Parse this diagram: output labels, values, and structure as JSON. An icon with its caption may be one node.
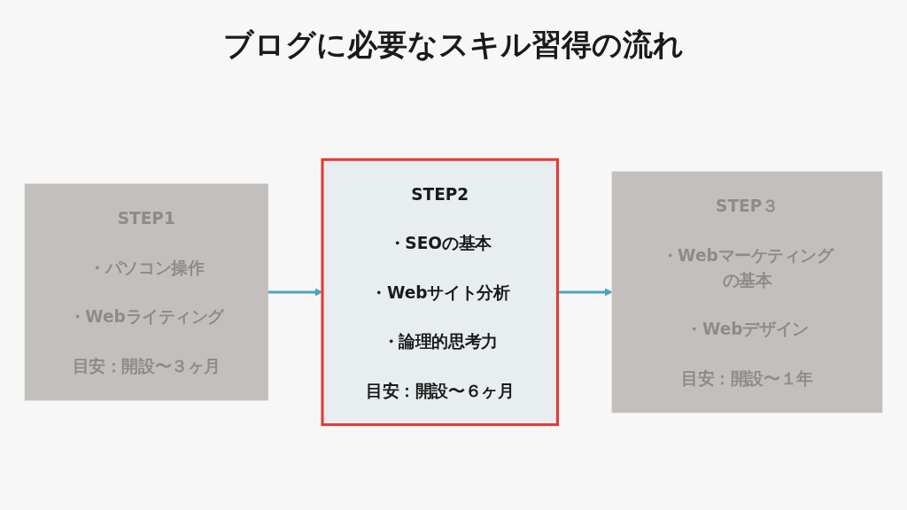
{
  "diagram": {
    "title": "ブログに必要なスキル習得の流れ",
    "nodes": [
      {
        "text": [
          "STEP1",
          "・パソコン操作",
          "・Webライティング",
          "目安：開設〜３ヶ月"
        ]
      },
      {
        "text": [
          "STEP2",
          "・SEOの基本",
          "・Webサイト分析",
          "・論理的思考力",
          "目安：開設〜６ヶ月"
        ]
      },
      {
        "text": [
          "STEP３",
          "・Webマーケティングの基本",
          "・Webデザイン",
          "目安：開設〜１年"
        ]
      }
    ],
    "edges": [
      {
        "from": 0,
        "to": 1,
        "arrow": "to"
      },
      {
        "from": 1,
        "to": 2,
        "arrow": "to"
      }
    ]
  }
}
